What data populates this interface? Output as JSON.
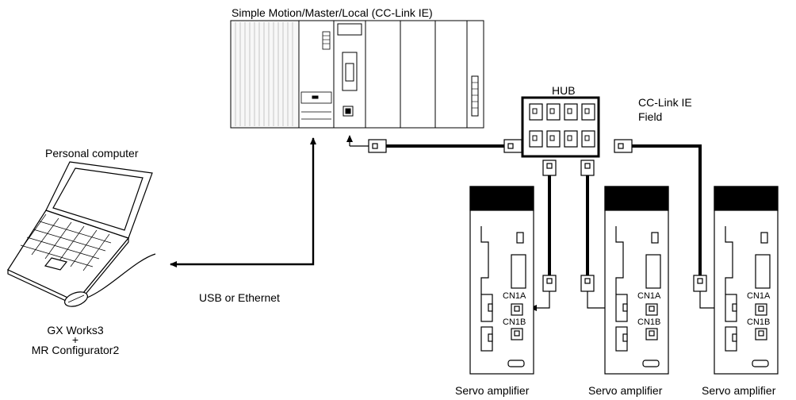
{
  "plc": {
    "title": "Simple Motion/Master/Local (CC-Link IE)"
  },
  "hub": {
    "label": "HUB"
  },
  "network": {
    "line1": "CC-Link IE",
    "line2": "Field"
  },
  "pc": {
    "title": "Personal computer",
    "software_line1": "GX Works3",
    "software_plus": "+",
    "software_line2": "MR Configurator2"
  },
  "connection": {
    "label": "USB or Ethernet"
  },
  "servos": [
    {
      "label": "Servo amplifier",
      "cn1a": "CN1A",
      "cn1b": "CN1B"
    },
    {
      "label": "Servo amplifier",
      "cn1a": "CN1A",
      "cn1b": "CN1B"
    },
    {
      "label": "Servo amplifier",
      "cn1a": "CN1A",
      "cn1b": "CN1B"
    }
  ],
  "icons": [
    "plc-rack-icon",
    "hub-icon",
    "laptop-icon",
    "mouse-icon",
    "servo-amplifier-icon",
    "network-connector-icon"
  ]
}
